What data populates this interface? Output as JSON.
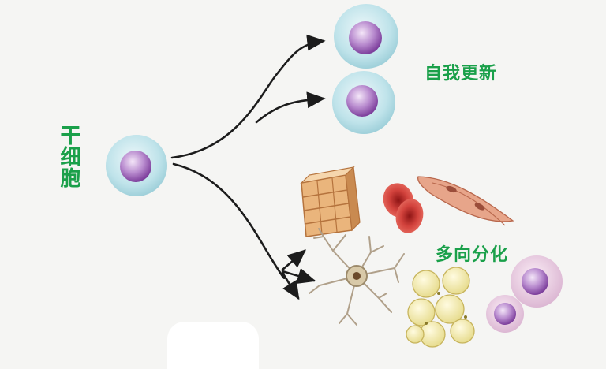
{
  "labels": {
    "stem_cell": "干细胞",
    "self_renewal": "自我更新",
    "multipotent_differentiation": "多向分化"
  },
  "colors": {
    "label_green": "#1aa04a",
    "cell_cytoplasm": "#bfe3ea",
    "nucleus_purple": "#9b5fb5",
    "arrow": "#1c1c1c"
  },
  "icons": [
    "stem-cell-icon",
    "daughter-stem-cell-icon",
    "muscle-tissue-icon",
    "red-blood-cell-icon",
    "smooth-muscle-cell-icon",
    "neuron-icon",
    "fat-cell-icon",
    "blood-cell-icon"
  ]
}
